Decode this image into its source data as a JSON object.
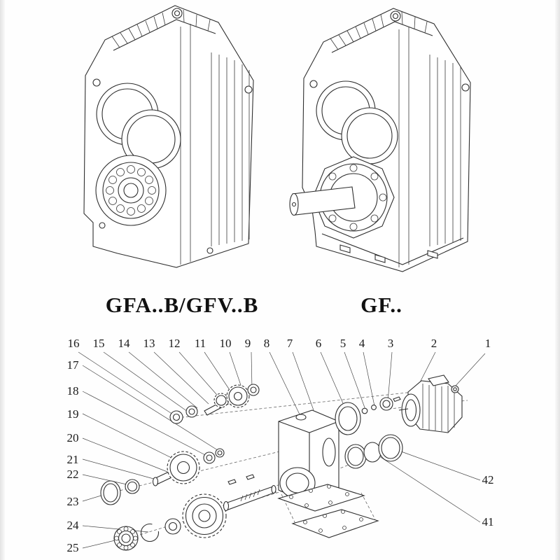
{
  "models": {
    "left": "GFA..B/GFV..B",
    "right": "GF.."
  },
  "callouts": {
    "top": [
      "16",
      "15",
      "14",
      "13",
      "12",
      "11",
      "10",
      "9",
      "8",
      "7",
      "6",
      "5",
      "4",
      "3",
      "2",
      "1"
    ],
    "left": [
      "17",
      "18",
      "19",
      "20",
      "21",
      "22",
      "23",
      "24",
      "25"
    ],
    "right": [
      "42",
      "41"
    ]
  }
}
